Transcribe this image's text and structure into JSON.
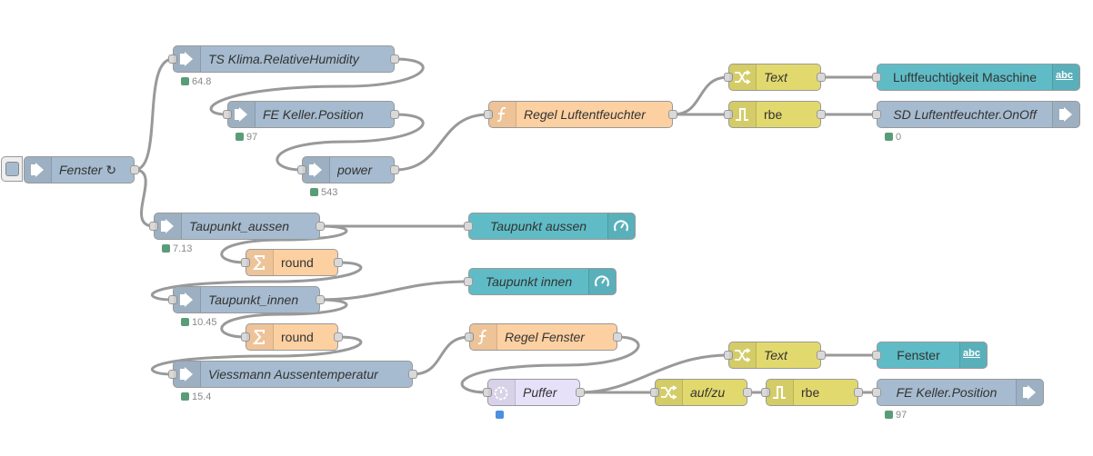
{
  "colors": {
    "openhab": "#a6bbcf",
    "function": "#fdd0a2",
    "change": "#e2d96e",
    "dashboard": "#5fbcc6",
    "trigger": "#e6e0f8",
    "wire": "#999999",
    "status_green": "#5a9c77",
    "status_blue": "#4a90e2"
  },
  "nodes": {
    "ts_klima": {
      "label": "TS Klima.RelativeHumidity",
      "status": "64.8",
      "icon": "arrow-in-icon"
    },
    "fe_keller_position_in": {
      "label": "FE Keller.Position",
      "status": "97",
      "icon": "arrow-in-icon"
    },
    "power": {
      "label": "power",
      "status": "543",
      "icon": "arrow-in-icon"
    },
    "fenster_inject": {
      "label": "Fenster ↻",
      "icon": "arrow-in-icon"
    },
    "taupunkt_aussen_in": {
      "label": "Taupunkt_aussen",
      "status": "7.13",
      "icon": "arrow-in-icon"
    },
    "round_1": {
      "label": "round",
      "icon": "sigma-icon"
    },
    "taupunkt_innen_in": {
      "label": "Taupunkt_innen",
      "status": "10.45",
      "icon": "arrow-in-icon"
    },
    "round_2": {
      "label": "round",
      "icon": "sigma-icon"
    },
    "viessmann": {
      "label": "Viessmann Aussentemperatur",
      "status": "15.4",
      "icon": "arrow-in-icon"
    },
    "regel_luftentfeuchter": {
      "label": "Regel Luftentfeuchter",
      "icon": "function-icon"
    },
    "text_1": {
      "label": "Text",
      "icon": "shuffle-icon"
    },
    "rbe_1": {
      "label": "rbe",
      "icon": "rbe-icon"
    },
    "luftfeuchtigkeit_maschine": {
      "label": "Luftfeuchtigkeit Maschine",
      "icon": "text-icon",
      "icon_text": "abc"
    },
    "sd_luftentfeuchter": {
      "label": "SD Luftentfeuchter.OnOff",
      "status": "0",
      "icon": "arrow-out-icon"
    },
    "taupunkt_aussen_gauge": {
      "label": "Taupunkt aussen",
      "icon": "gauge-icon"
    },
    "taupunkt_innen_gauge": {
      "label": "Taupunkt innen",
      "icon": "gauge-icon"
    },
    "regel_fenster": {
      "label": "Regel Fenster",
      "icon": "function-icon"
    },
    "puffer": {
      "label": "Puffer",
      "icon": "timer-icon"
    },
    "text_2": {
      "label": "Text",
      "icon": "shuffle-icon"
    },
    "fenster_text": {
      "label": "Fenster",
      "icon": "text-icon",
      "icon_text": "abc"
    },
    "auf_zu": {
      "label": "auf/zu",
      "icon": "shuffle-icon"
    },
    "rbe_2": {
      "label": "rbe",
      "icon": "rbe-icon"
    },
    "fe_keller_position_out": {
      "label": "FE Keller.Position",
      "status": "97",
      "icon": "arrow-out-icon"
    }
  }
}
